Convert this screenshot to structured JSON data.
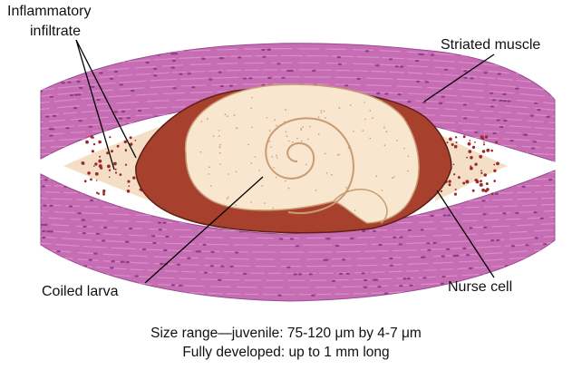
{
  "labels": {
    "inflammatory_line1": "Inflammatory",
    "inflammatory_line2": "infiltrate",
    "striated_muscle": "Striated muscle",
    "coiled_larva": "Coiled larva",
    "nurse_cell": "Nurse cell"
  },
  "caption": {
    "line1": "Size range—juvenile: 75-120 μm by 4-7 μm",
    "line2": "Fully developed: up to 1 mm long"
  },
  "colors": {
    "muscle": "#b85aa6",
    "muscle_light": "#d690c8",
    "muscle_dark": "#8d3c86",
    "nurse_cell": "#a23c2c",
    "larva": "#f6e4cc",
    "larva_outline": "#c99a6e",
    "infiltrate": "#f7e6d1",
    "infiltrate_dots": "#9b2b2b"
  }
}
